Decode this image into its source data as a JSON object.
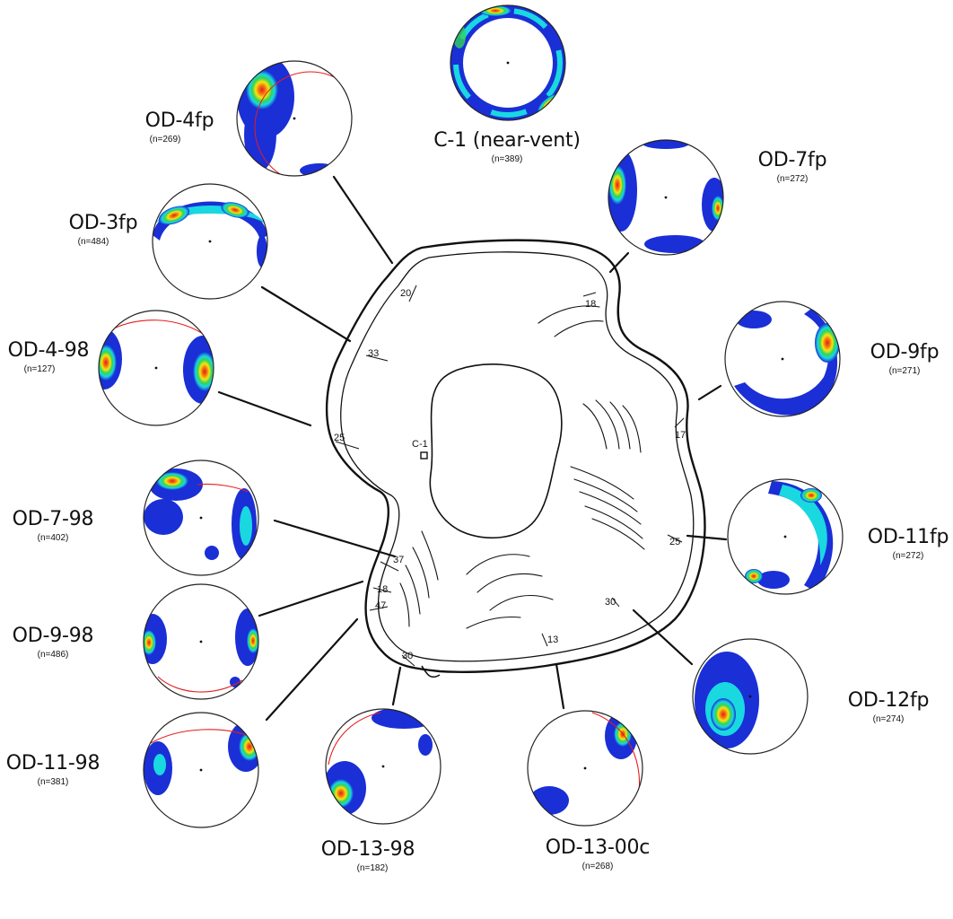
{
  "figure": {
    "center_site": "C-1",
    "strike_marks": [
      "20",
      "18",
      "33",
      "25",
      "17",
      "37",
      "18",
      "47",
      "25",
      "30",
      "30",
      "13"
    ],
    "colors": {
      "outline": "#111111",
      "girdle": "#ff0000",
      "contour_low": "#1a2fd6",
      "contour_mid": "#19d8e0",
      "contour_high": "#f4e60d",
      "contour_max": "#e81c1c"
    }
  },
  "stations": [
    {
      "id": "c1",
      "name": "C-1 (near-vent)",
      "count": "(n=389)"
    },
    {
      "id": "od4fp",
      "name": "OD-4fp",
      "count": "(n=269)"
    },
    {
      "id": "od3fp",
      "name": "OD-3fp",
      "count": "(n=484)"
    },
    {
      "id": "od498",
      "name": "OD-4-98",
      "count": "(n=127)"
    },
    {
      "id": "od798",
      "name": "OD-7-98",
      "count": "(n=402)"
    },
    {
      "id": "od998",
      "name": "OD-9-98",
      "count": "(n=486)"
    },
    {
      "id": "od1198",
      "name": "OD-11-98",
      "count": "(n=381)"
    },
    {
      "id": "od1398",
      "name": "OD-13-98",
      "count": "(n=182)"
    },
    {
      "id": "od1300c",
      "name": "OD-13-00c",
      "count": "(n=268)"
    },
    {
      "id": "od12fp",
      "name": "OD-12fp",
      "count": "(n=274)"
    },
    {
      "id": "od11fp",
      "name": "OD-11fp",
      "count": "(n=272)"
    },
    {
      "id": "od9fp",
      "name": "OD-9fp",
      "count": "(n=271)"
    },
    {
      "id": "od7fp",
      "name": "OD-7fp",
      "count": "(n=272)"
    }
  ]
}
